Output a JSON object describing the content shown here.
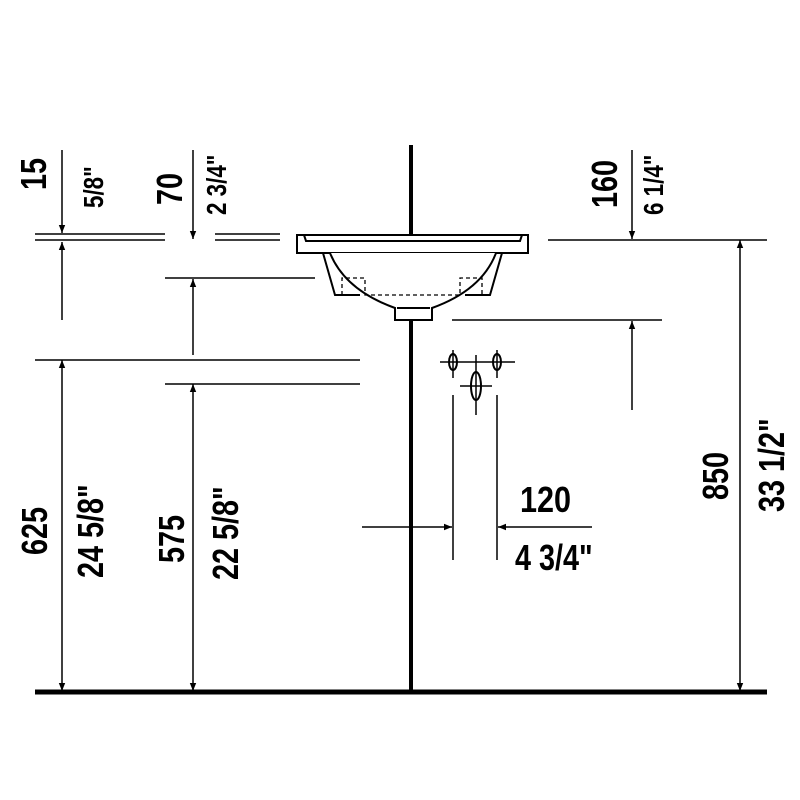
{
  "dimensions": {
    "rim_thickness": {
      "mm": "15",
      "inch": "5/8\""
    },
    "rim_to_overflow": {
      "mm": "70",
      "inch": "2 3/4\""
    },
    "rim_to_waste": {
      "mm": "160",
      "inch": "6 1/4\""
    },
    "waste_height": {
      "mm": "625",
      "inch": "24 5/8\""
    },
    "overflow_height": {
      "mm": "575",
      "inch": "22 5/8\""
    },
    "rim_height": {
      "mm": "850",
      "inch": "33 1/2\""
    },
    "tap_spacing": {
      "mm": "120",
      "inch": "4 3/4\""
    }
  },
  "colors": {
    "line": "#000000",
    "background": "#ffffff"
  }
}
